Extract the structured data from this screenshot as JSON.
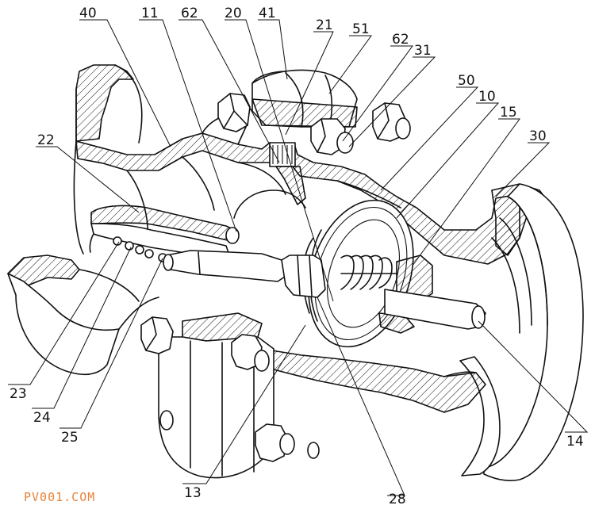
{
  "figure": {
    "labels": [
      "40",
      "11",
      "62",
      "20",
      "41",
      "21",
      "51",
      "62",
      "31",
      "50",
      "10",
      "15",
      "30",
      "22",
      "23",
      "24",
      "25",
      "13",
      "28",
      "14"
    ]
  },
  "watermark": {
    "text": "PV001.COM",
    "color": "#e8833a"
  },
  "colors": {
    "line": "#111111",
    "background": "#ffffff"
  }
}
